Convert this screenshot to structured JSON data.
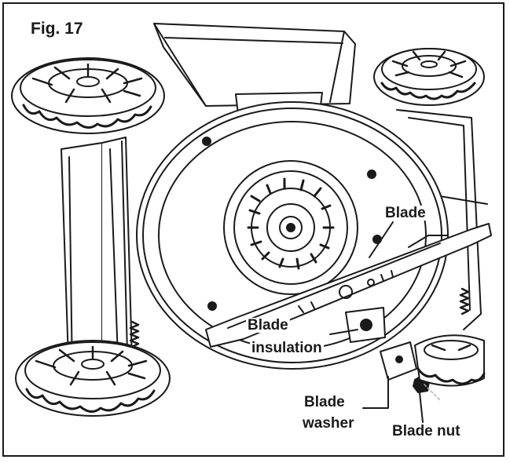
{
  "figure": {
    "title": "Fig. 17"
  },
  "labels": {
    "blade": "Blade",
    "blade_insulation_line1": "Blade",
    "blade_insulation_line2": "insulation",
    "blade_washer_line1": "Blade",
    "blade_washer_line2": "washer",
    "blade_nut": "Blade nut"
  },
  "colors": {
    "ink": "#1a1a1a",
    "paper": "#ffffff",
    "shade": "#d9d9d9"
  }
}
